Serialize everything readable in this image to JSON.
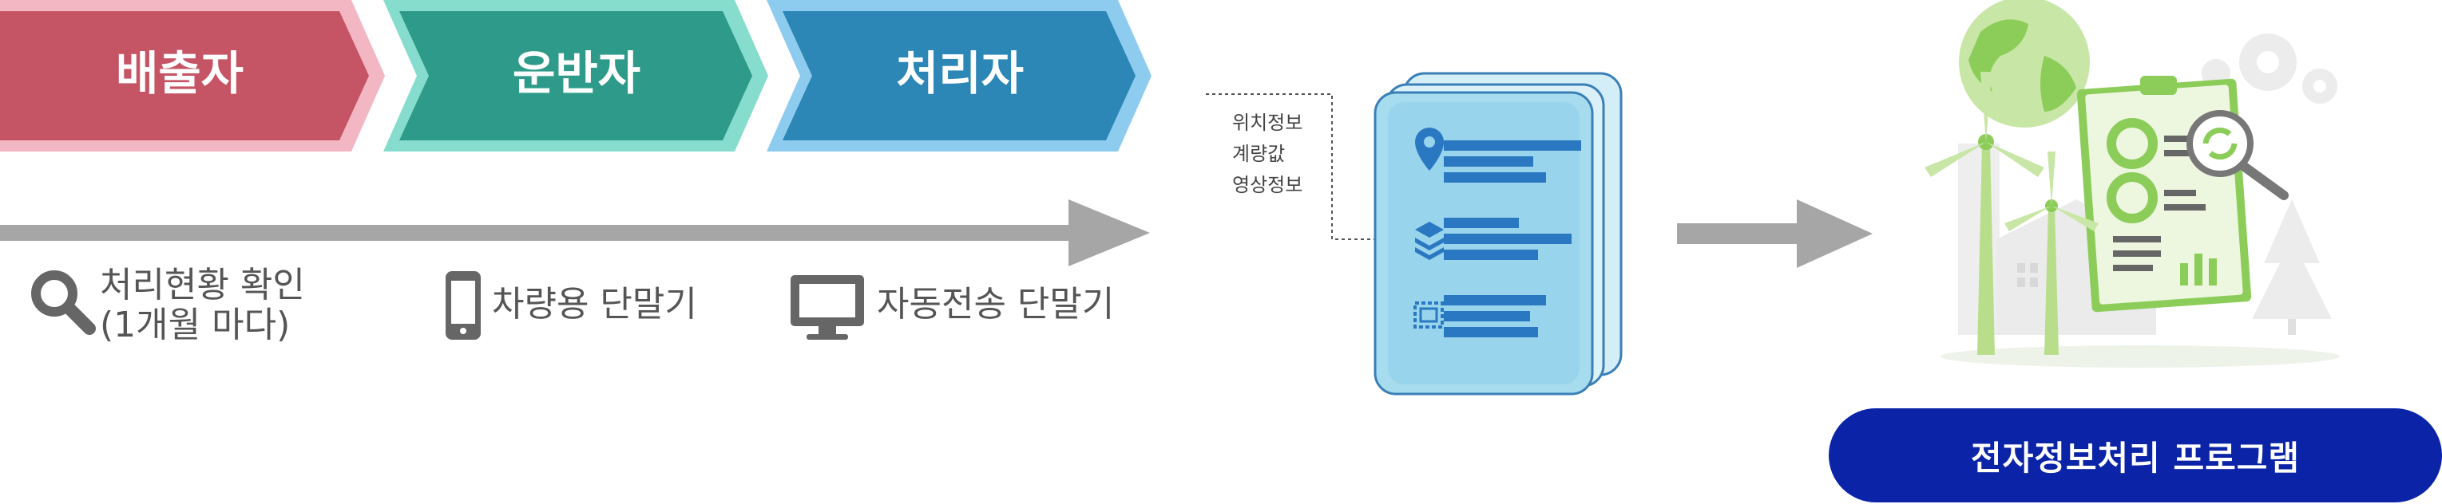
{
  "stages": [
    {
      "label": "배출자",
      "color": "#c55565",
      "border": "#f3b6c3"
    },
    {
      "label": "운반자",
      "color": "#2e9b8a",
      "border": "#86dccd"
    },
    {
      "label": "처리자",
      "color": "#2c86b6",
      "border": "#8dcbef"
    }
  ],
  "tools": [
    {
      "icon": "magnifier-icon",
      "line1": "처리현황 확인",
      "line2": "(1개월 마다)"
    },
    {
      "icon": "phone-icon",
      "line1": "차량용 단말기"
    },
    {
      "icon": "monitor-icon",
      "line1": "자동전송 단말기"
    }
  ],
  "data_labels": [
    "위치정보",
    "계량값",
    "영상정보"
  ],
  "document_rows": [
    {
      "icon": "location-pin-icon"
    },
    {
      "icon": "layers-icon"
    },
    {
      "icon": "image-frame-icon"
    }
  ],
  "result_button": "전자정보처리 프로그램",
  "colors": {
    "arrow_gray": "#a6a6a6",
    "doc_fill": "#a7dcef",
    "doc_border": "#3a7fb6",
    "doc_bar": "#2a78c2",
    "button_bg": "#0b23a6",
    "green_light": "#c8e6a6",
    "green_mid": "#8ccd5a",
    "gray_icon": "#666666"
  }
}
